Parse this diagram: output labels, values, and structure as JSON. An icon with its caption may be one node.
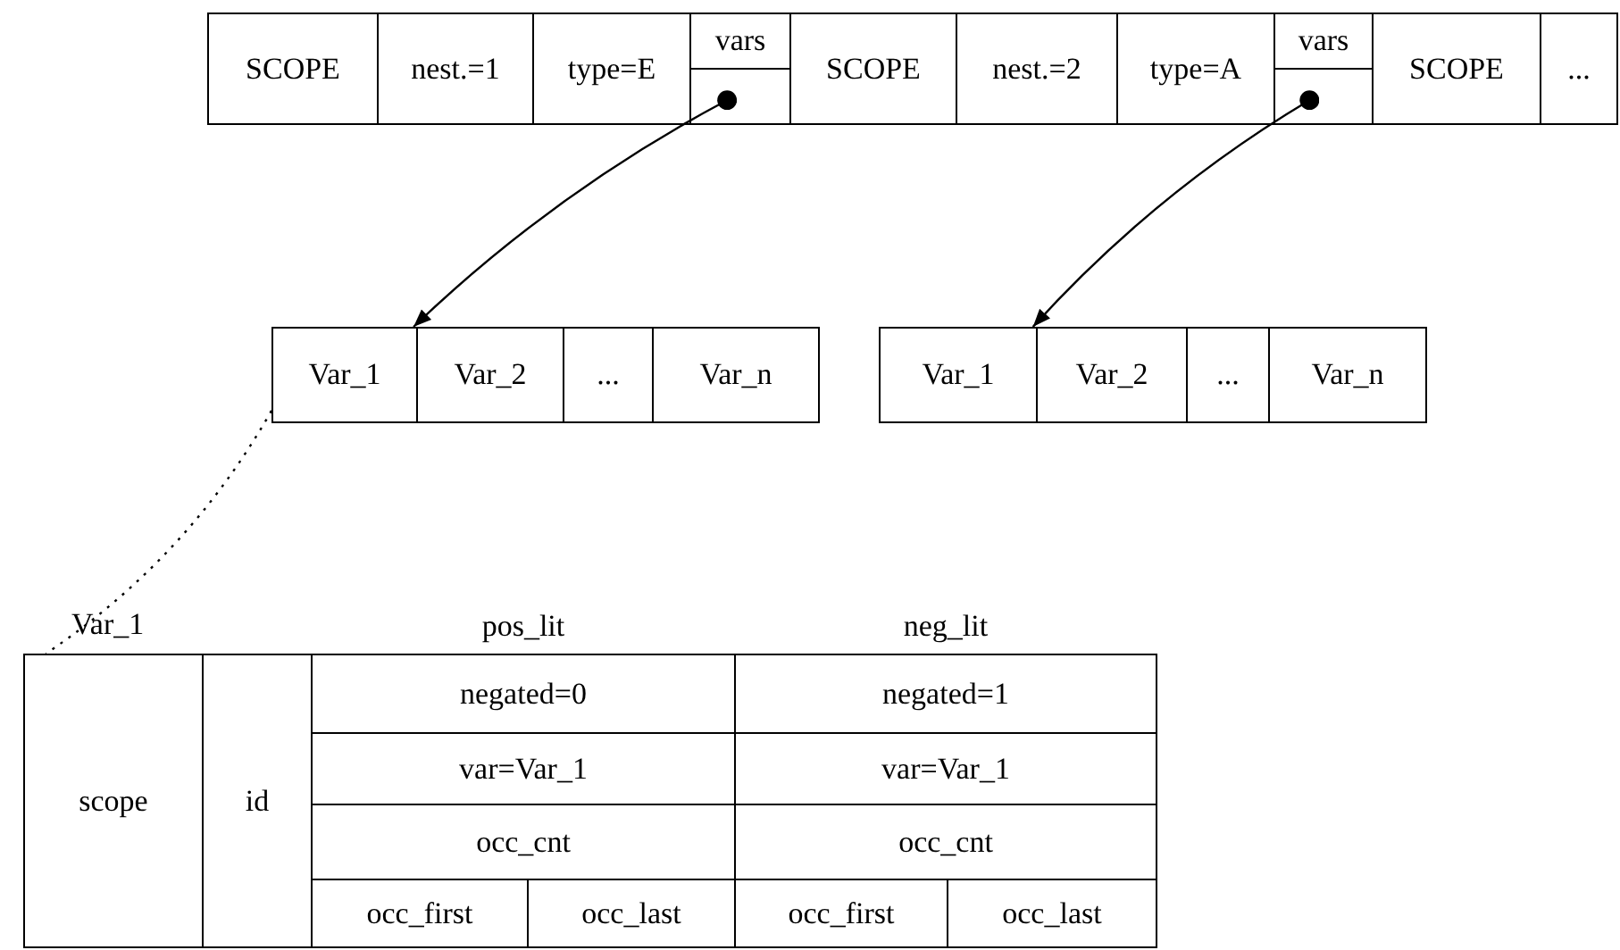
{
  "diagram": {
    "nodes": [
      {
        "text": [
          "SCOPE"
        ]
      },
      {
        "text": [
          "nest.=1"
        ]
      },
      {
        "text": [
          "type=E"
        ]
      },
      {
        "text": [
          "vars"
        ]
      },
      {
        "text": [
          "SCOPE"
        ]
      },
      {
        "text": [
          "nest.=2"
        ]
      },
      {
        "text": [
          "type=A"
        ]
      },
      {
        "text": [
          "vars"
        ]
      },
      {
        "text": [
          "SCOPE"
        ]
      },
      {
        "text": [
          "..."
        ]
      },
      {
        "text": [
          "Var_1"
        ]
      },
      {
        "text": [
          "Var_2"
        ]
      },
      {
        "text": [
          "..."
        ]
      },
      {
        "text": [
          "Var_n"
        ]
      },
      {
        "text": [
          "Var_1"
        ]
      },
      {
        "text": [
          "Var_2"
        ]
      },
      {
        "text": [
          "..."
        ]
      },
      {
        "text": [
          "Var_n"
        ]
      },
      {
        "text": [
          "Var_1"
        ]
      },
      {
        "text": [
          "scope"
        ],
        "in": 18
      },
      {
        "text": [
          "id"
        ],
        "in": 18
      },
      {
        "text": [
          "pos_lit"
        ],
        "in": 18
      },
      {
        "text": [
          "negated=0"
        ],
        "in": 21
      },
      {
        "text": [
          "var=Var_1"
        ],
        "in": 21
      },
      {
        "text": [
          "occ_cnt"
        ],
        "in": 21
      },
      {
        "text": [
          "occ_first"
        ],
        "in": 21
      },
      {
        "text": [
          "occ_last"
        ],
        "in": 21
      },
      {
        "text": [
          "neg_lit"
        ],
        "in": 18
      },
      {
        "text": [
          "negated=1"
        ],
        "in": 27
      },
      {
        "text": [
          "var=Var_1"
        ],
        "in": 27
      },
      {
        "text": [
          "occ_cnt"
        ],
        "in": 27
      },
      {
        "text": [
          "occ_first"
        ],
        "in": 27
      },
      {
        "text": [
          "occ_last"
        ],
        "in": 27
      }
    ],
    "edges": [
      {
        "from": 3,
        "to": 10,
        "arrow": "to"
      },
      {
        "from": 7,
        "to": 14,
        "arrow": "to"
      },
      {
        "from": 10,
        "to": 18,
        "arrow": "none",
        "style": "dashed"
      }
    ]
  }
}
